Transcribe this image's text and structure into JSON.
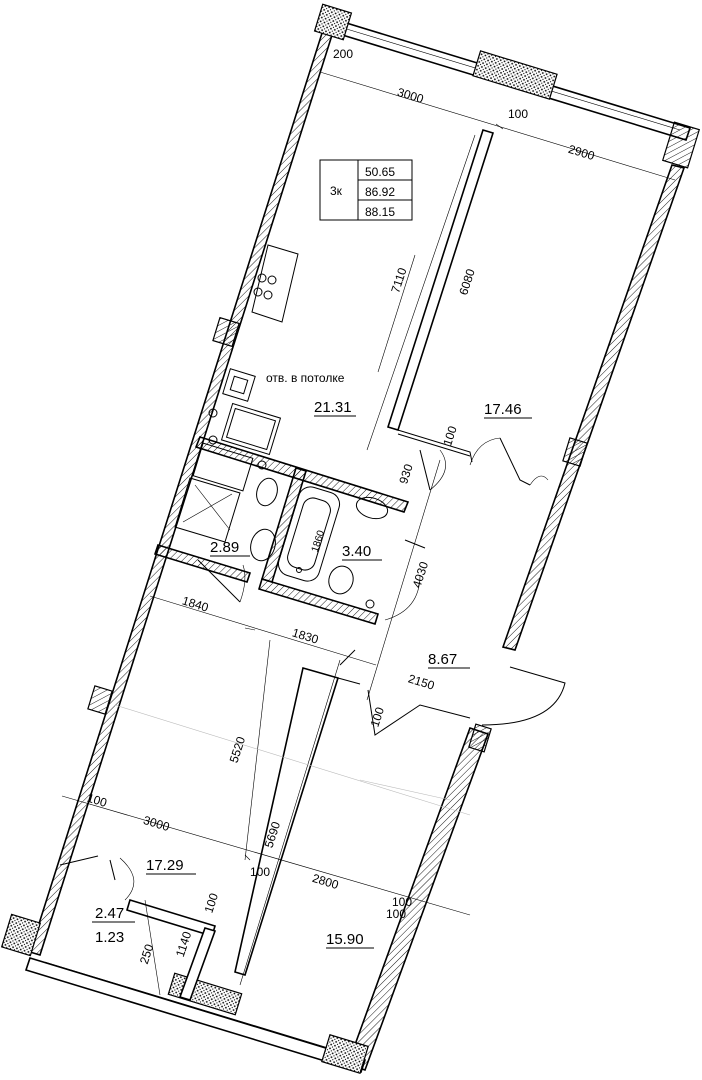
{
  "apartment": {
    "rooms_code": "3к",
    "living_area": "50.65",
    "total_area": "86.92",
    "total_area_with_balcony": "88.15"
  },
  "note": "отв. в потолке",
  "rooms": {
    "kitchen_living": "21.31",
    "bedroom_ne": "17.46",
    "bathroom": "2.89",
    "wc": "3.40",
    "hall": "8.67",
    "bedroom_sw": "17.29",
    "bedroom_se": "15.90",
    "storage_1": "2.47",
    "storage_2": "1.23"
  },
  "dims": {
    "d200": "200",
    "d3000_top": "3000",
    "d100_top": "100",
    "d2900": "2900",
    "d7110": "7110",
    "d6080": "6080",
    "d100_mid": "100",
    "d930": "930",
    "d1860": "1860",
    "d4030": "4030",
    "d1840": "1840",
    "d1830": "1830",
    "d2150": "2150",
    "d100_hall": "100",
    "d5520": "5520",
    "d100_left": "100",
    "d3000_bottom": "3000",
    "d5690": "5690",
    "d100_bot_mid": "100",
    "d2800": "2800",
    "d100_store": "100",
    "d1140": "1140",
    "d250": "250",
    "d100_r1": "100",
    "d100_r2": "100"
  }
}
